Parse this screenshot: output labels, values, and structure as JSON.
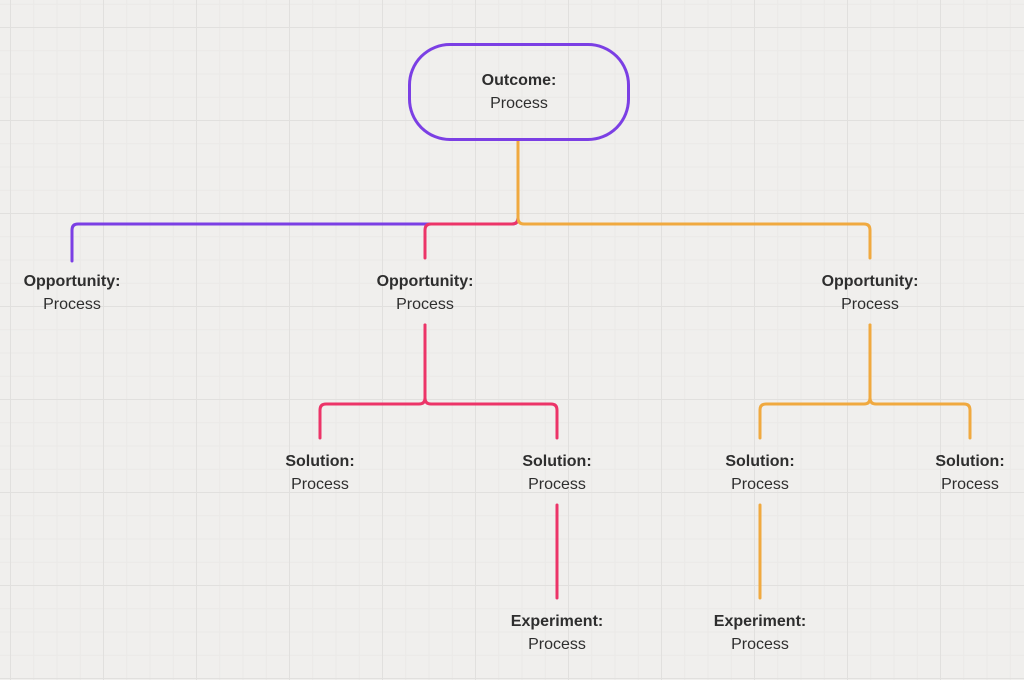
{
  "colors": {
    "purple": "#7b3fe4",
    "pink": "#ec3468",
    "orange": "#f0a93f",
    "text": "#2e2e2e",
    "bg": "#f0efed",
    "grid_minor": "#eae9e7",
    "grid_major": "#e1e0de"
  },
  "diagram": {
    "outcome": {
      "title": "Outcome:",
      "subtitle": "Process"
    },
    "opportunities": [
      {
        "title": "Opportunity:",
        "subtitle": "Process"
      },
      {
        "title": "Opportunity:",
        "subtitle": "Process"
      },
      {
        "title": "Opportunity:",
        "subtitle": "Process"
      }
    ],
    "solutions": [
      {
        "title": "Solution:",
        "subtitle": "Process"
      },
      {
        "title": "Solution:",
        "subtitle": "Process"
      },
      {
        "title": "Solution:",
        "subtitle": "Process"
      },
      {
        "title": "Solution:",
        "subtitle": "Process"
      }
    ],
    "experiments": [
      {
        "title": "Experiment:",
        "subtitle": "Process"
      },
      {
        "title": "Experiment:",
        "subtitle": "Process"
      }
    ]
  }
}
